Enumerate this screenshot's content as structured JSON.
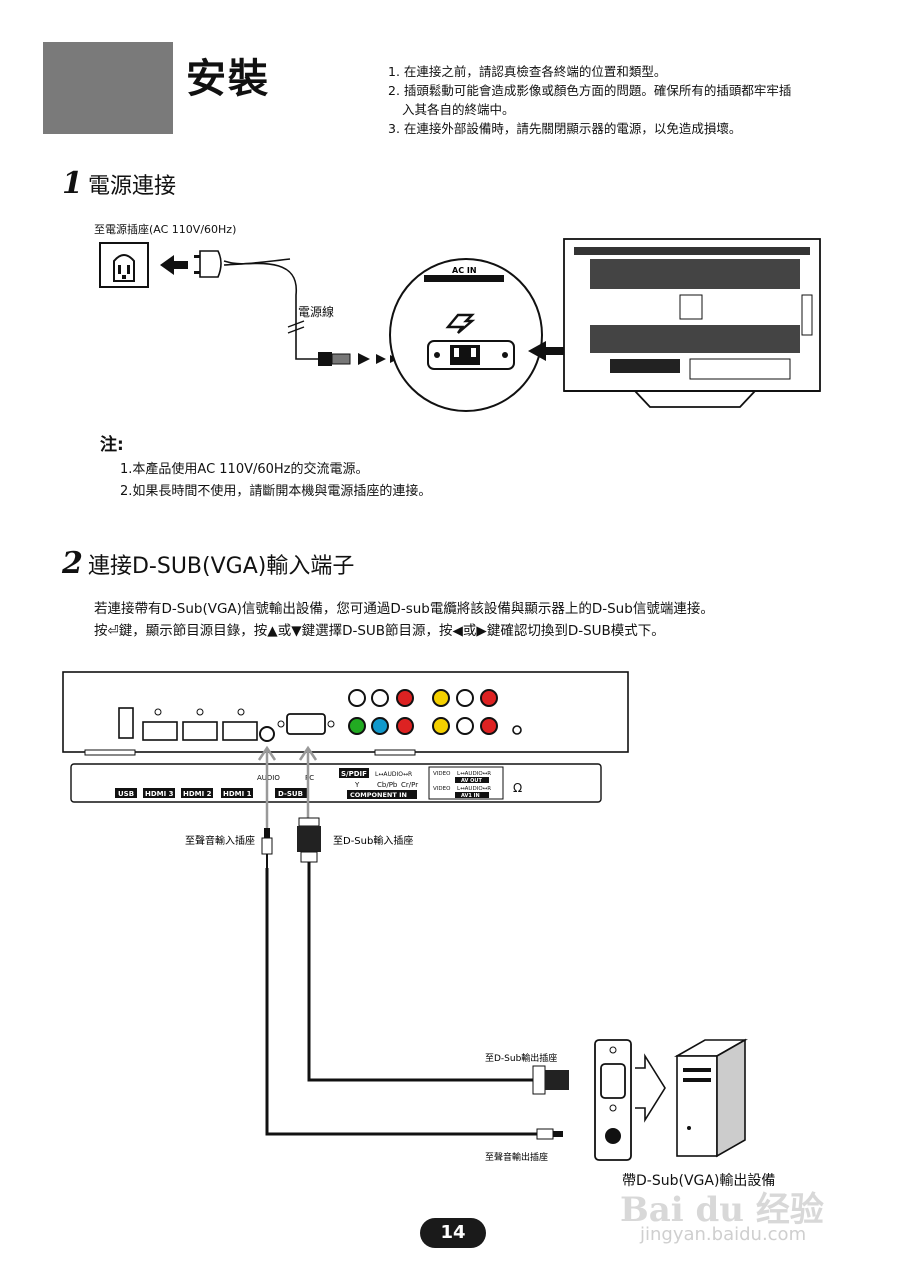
{
  "header": {
    "title": "安裝",
    "notes": [
      "1. 在連接之前，請認真檢查各終端的位置和類型。",
      "2. 插頭鬆動可能會造成影像或顏色方面的問題。確保所有的插頭都牢牢插",
      "入其各自的終端中。",
      "3. 在連接外部設備時，請先關閉顯示器的電源，以免造成損壞。"
    ]
  },
  "section1": {
    "number": "1",
    "title": "電源連接",
    "outlet_label": "至電源插座(AC 110V/60Hz)",
    "cable_label": "電源線",
    "ac_in_label": "AC IN",
    "note_head": "注:",
    "note_lines": [
      "1.本產品使用AC 110V/60Hz的交流電源。",
      "2.如果長時間不使用，請斷開本機與電源插座的連接。"
    ]
  },
  "section2": {
    "number": "2",
    "title": "連接D-SUB(VGA)輸入端子",
    "line1": "若連接帶有D-Sub(VGA)信號輸出設備，您可通過D-sub電纜將該設備與顯示器上的D-Sub信號端連接。",
    "line2": "按⏎鍵，顯示節目源目錄，按▲或▼鍵選擇D-SUB節目源，按◀或▶鍵確認切換到D-SUB模式下。",
    "panel_labels": {
      "usb": "USB",
      "hdmi3": "HDMI 3",
      "hdmi2": "HDMI 2",
      "hdmi1": "HDMI 1",
      "audio": "AUDIO",
      "pc": "PC",
      "dsub": "D-SUB",
      "spdif": "S/PDIF",
      "lr_audio": "L↔AUDIO↔R",
      "y": "Y",
      "cb": "Cb/Pb",
      "cr": "Cr/Pr",
      "component_in": "COMPONENT IN",
      "video": "VIDEO",
      "av_out": "AV OUT",
      "av1_in": "AV1 IN"
    },
    "audio_in_label": "至聲音輸入插座",
    "dsub_in_label": "至D-Sub輸入插座",
    "dsub_out_label": "至D-Sub輸出插座",
    "audio_out_label": "至聲音輸出插座",
    "device_label": "帶D-Sub(VGA)輸出設備"
  },
  "footer": {
    "page_number": "14",
    "watermark": "Bai du 经验",
    "watermark_url": "jingyan.baidu.com"
  }
}
